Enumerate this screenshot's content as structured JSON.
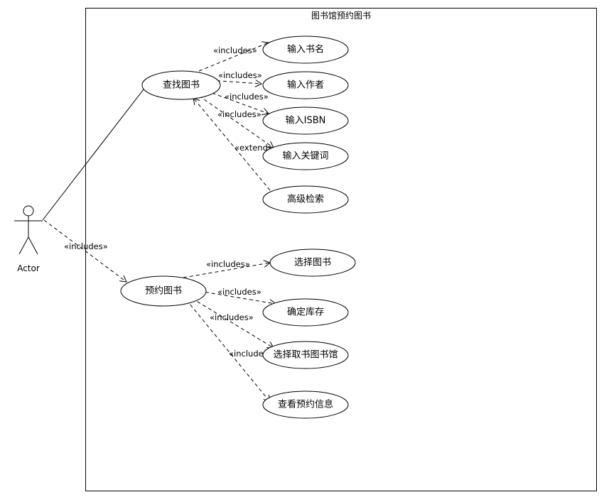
{
  "diagram": {
    "system_title": "图书馆预约图书",
    "actor": {
      "label": "Actor"
    },
    "use_cases": {
      "find_book": "查找图书",
      "reserve_book": "预约图书",
      "input_title": "输入书名",
      "input_author": "输入作者",
      "input_isbn": "输入ISBN",
      "input_keyword": "输入关键词",
      "advanced_search": "高级检索",
      "select_book": "选择图书",
      "confirm_stock": "确定库存",
      "select_library": "选择取书图书馆",
      "view_reservation": "查看预约信息"
    },
    "relations": {
      "actor_reserve": "«includes»",
      "find_title": "«includes»",
      "find_author": "«includes»",
      "find_isbn_a": "«includes»",
      "find_isbn_b": "«includes»",
      "advanced_extends": "«extends»",
      "reserve_select": "«includes»",
      "reserve_stock": "«includes»",
      "reserve_library": "«includes»",
      "reserve_view": "«includes»"
    }
  }
}
